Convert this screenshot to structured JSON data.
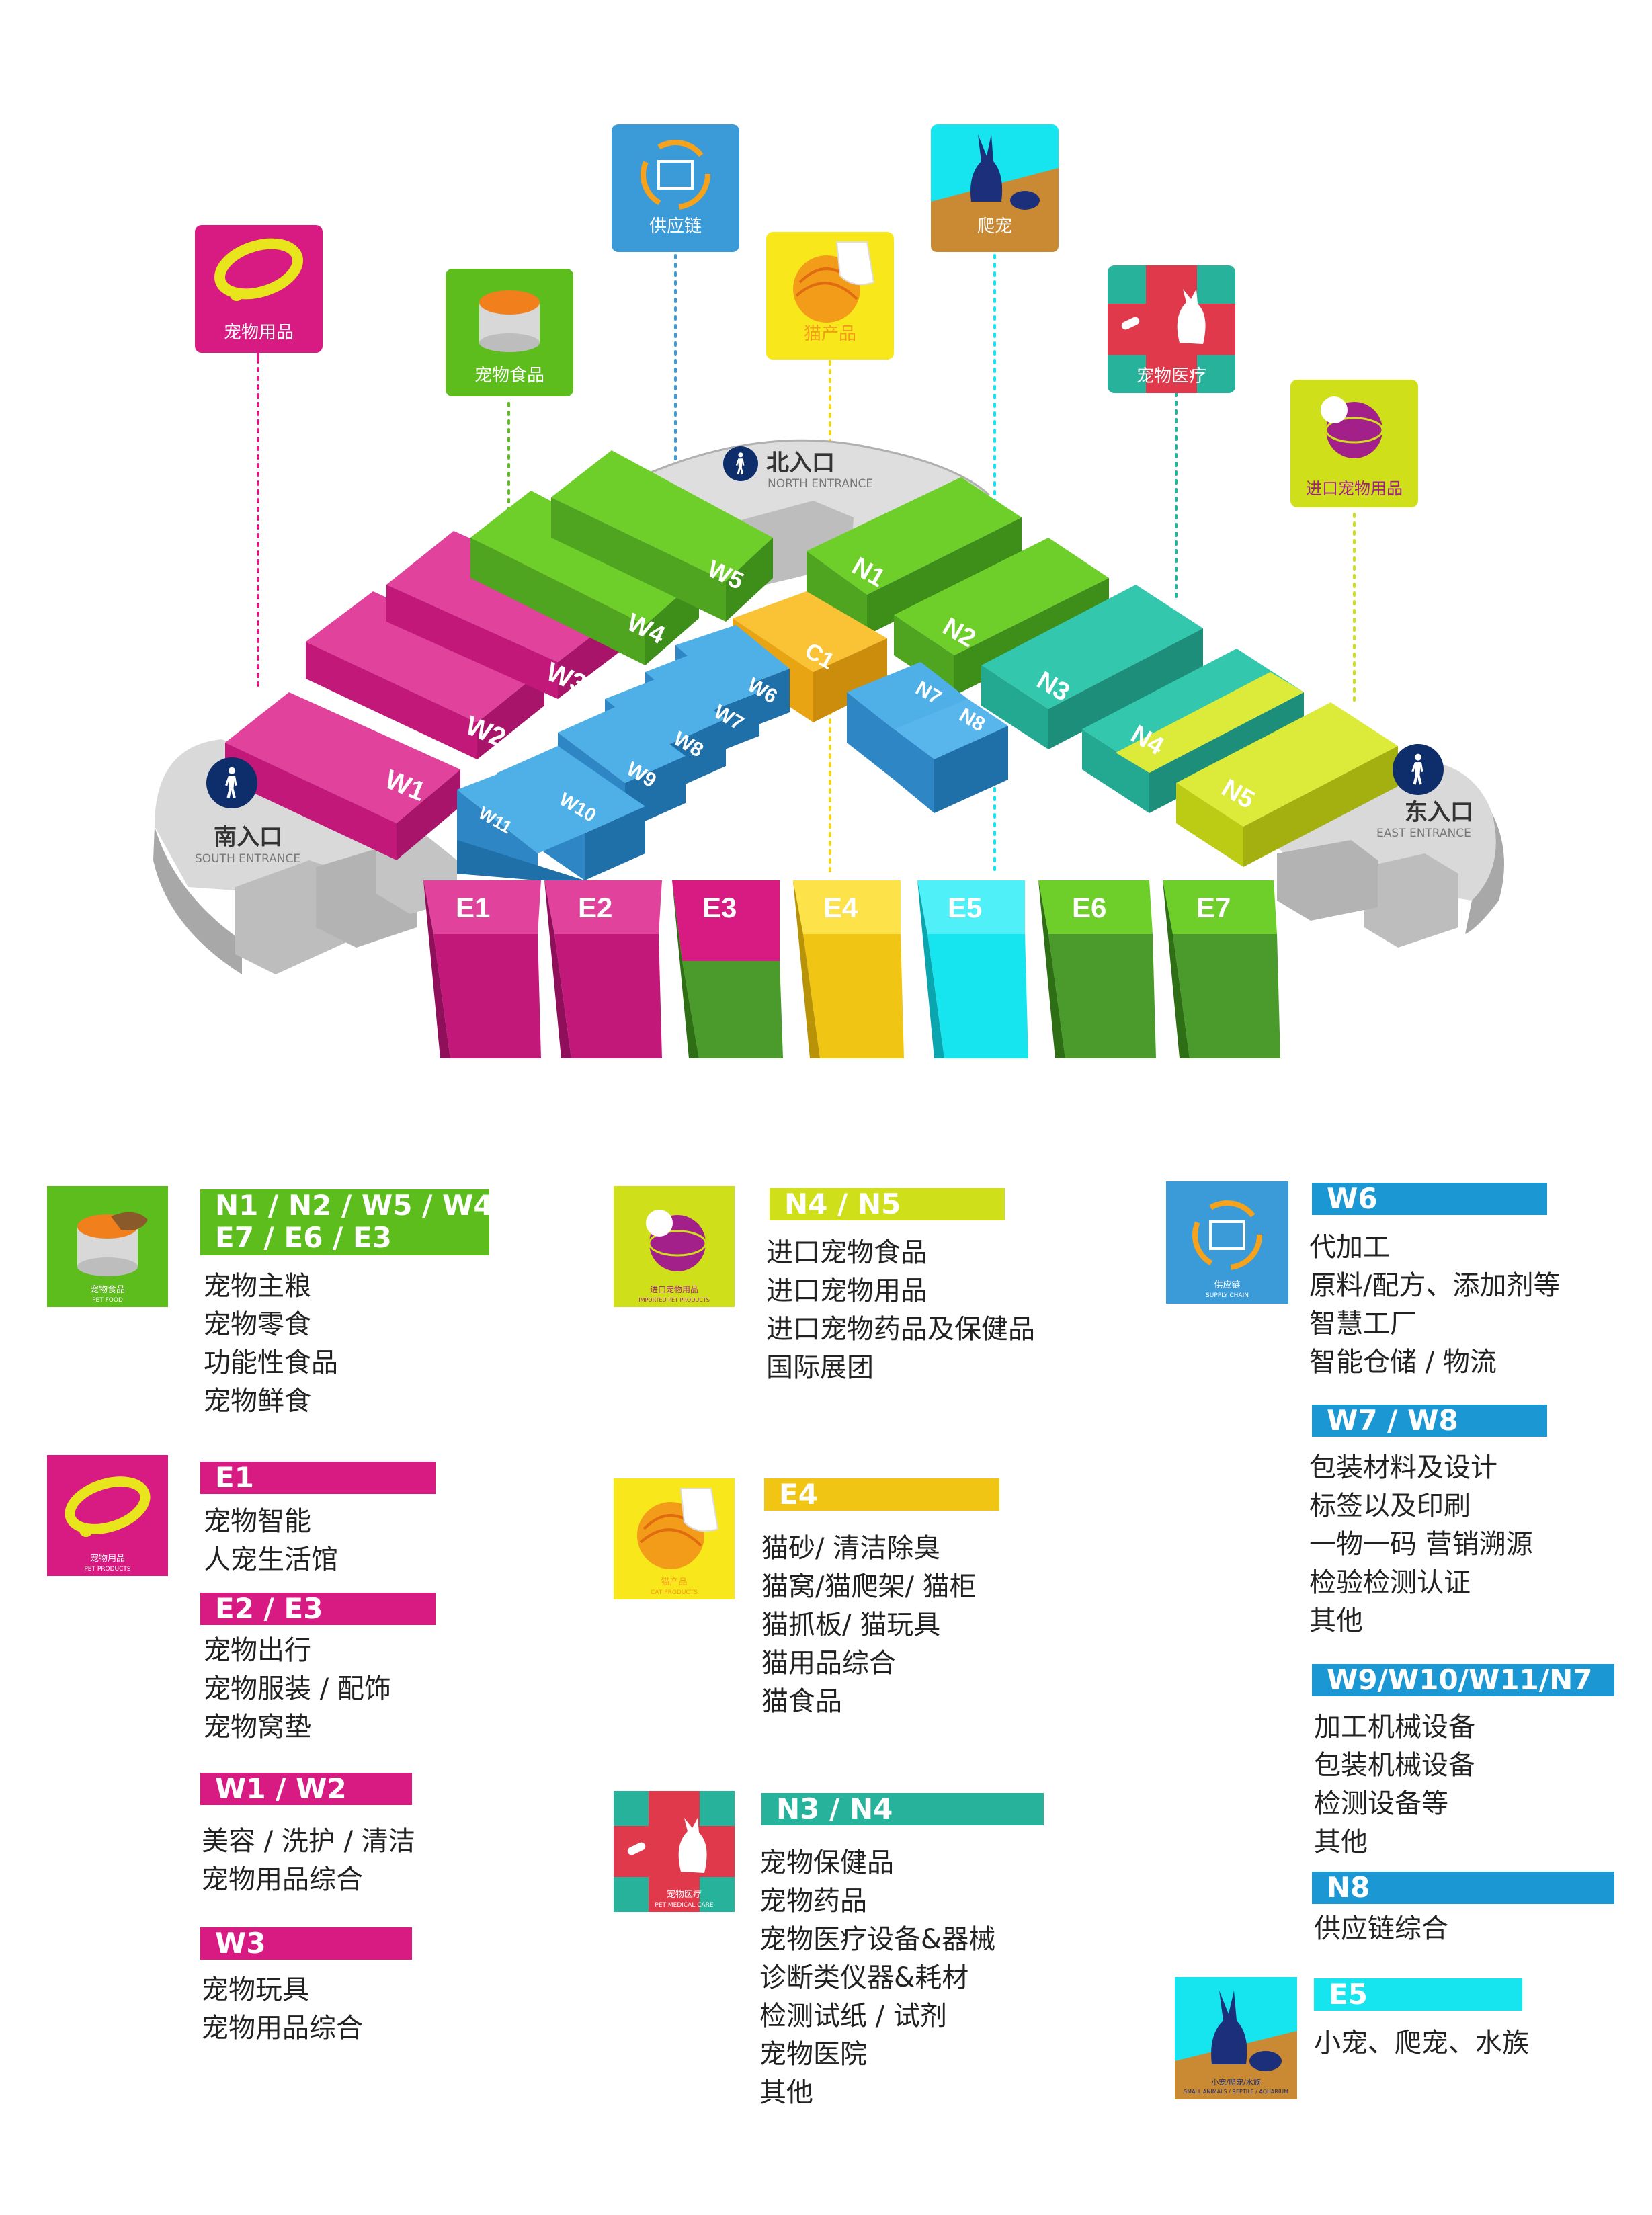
{
  "colors": {
    "magenta": "#d81b82",
    "green": "#5cbd1c",
    "dark_green": "#4a9a2c",
    "blue": "#3a9bd8",
    "teal": "#27b39b",
    "yellow_green": "#cfe01a",
    "yellow": "#f8d312",
    "orange": "#f4b51c",
    "cyan": "#16e5f0",
    "gray": "#c8c8c8",
    "red": "#e0394c",
    "brown": "#c98a33"
  },
  "map": {
    "category_labels": {
      "pet_products": "宠物用品",
      "pet_food": "宠物食品",
      "supply_chain": "供应链",
      "cat_products": "猫产品",
      "reptile": "爬宠",
      "pet_medical": "宠物医疗",
      "imported": "进口宠物用品"
    },
    "entrances": {
      "north": {
        "label": "北入口",
        "sub": "NORTH ENTRANCE"
      },
      "south": {
        "label": "南入口",
        "sub": "SOUTH ENTRANCE"
      },
      "east": {
        "label": "东入口",
        "sub": "EAST ENTRANCE"
      }
    },
    "halls": {
      "W1": "W1",
      "W2": "W2",
      "W3": "W3",
      "W4": "W4",
      "W5": "W5",
      "W6": "W6",
      "W7": "W7",
      "W8": "W8",
      "W9": "W9",
      "W10": "W10",
      "W11": "W11",
      "N1": "N1",
      "N2": "N2",
      "N3": "N3",
      "N4": "N4",
      "N5": "N5",
      "N7": "N7",
      "N8": "N8",
      "C1": "C1",
      "E1": "E1",
      "E2": "E2",
      "E3": "E3",
      "E4": "E4",
      "E5": "E5",
      "E6": "E6",
      "E7": "E7"
    }
  },
  "legend": {
    "food": {
      "icon_caption": "宠物食品",
      "icon_caption_en": "PET FOOD",
      "header_line1": "N1 / N2 / W5 / W4",
      "header_line2": "E7 / E6 / E3",
      "items": [
        "宠物主粮",
        "宠物零食",
        "功能性食品",
        "宠物鲜食"
      ]
    },
    "products": {
      "icon_caption": "宠物用品",
      "icon_caption_en": "PET PRODUCTS",
      "groups": [
        {
          "header": "E1",
          "items": [
            "宠物智能",
            "人宠生活馆"
          ]
        },
        {
          "header": "E2 / E3",
          "items": [
            "宠物出行",
            "宠物服装 / 配饰",
            "宠物窝垫"
          ]
        },
        {
          "header": "W1 / W2",
          "items": [
            "美容 / 洗护 / 清洁",
            "宠物用品综合"
          ]
        },
        {
          "header": "W3",
          "items": [
            "宠物玩具",
            "宠物用品综合"
          ]
        }
      ]
    },
    "imported": {
      "icon_caption": "进口宠物用品",
      "icon_caption_en": "IMPORTED PET PRODUCTS",
      "header": "N4 / N5",
      "items": [
        "进口宠物食品",
        "进口宠物用品",
        "进口宠物药品及保健品",
        "国际展团"
      ]
    },
    "cat": {
      "icon_caption": "猫产品",
      "icon_caption_en": "CAT PRODUCTS",
      "header": "E4",
      "items": [
        "猫砂/ 清洁除臭",
        "猫窝/猫爬架/ 猫柜",
        "猫抓板/ 猫玩具",
        "猫用品综合",
        "猫食品"
      ]
    },
    "medical": {
      "icon_caption": "宠物医疗",
      "icon_caption_en": "PET MEDICAL CARE",
      "header": "N3 / N4",
      "items": [
        "宠物保健品",
        "宠物药品",
        "宠物医疗设备&器械",
        "诊断类仪器&耗材",
        "检测试纸 / 试剂",
        "宠物医院",
        "其他"
      ]
    },
    "supply": {
      "icon_caption": "供应链",
      "icon_caption_en": "SUPPLY CHAIN",
      "groups": [
        {
          "header": "W6",
          "items": [
            "代加工",
            "原料/配方、添加剂等",
            "智慧工厂",
            "智能仓储 / 物流"
          ]
        },
        {
          "header": "W7 / W8",
          "items": [
            "包装材料及设计",
            "标签以及印刷",
            "一物一码 营销溯源",
            "检验检测认证",
            "其他"
          ]
        },
        {
          "header": "W9/W10/W11/N7",
          "items": [
            "加工机械设备",
            "包装机械设备",
            "检测设备等",
            "其他"
          ]
        },
        {
          "header": "N8",
          "items": [
            "供应链综合"
          ]
        }
      ]
    },
    "reptile": {
      "icon_caption": "小宠/爬宠/水族",
      "icon_caption_en": "SMALL ANIMALS / REPTILE / AQUARIUM",
      "header": "E5",
      "items": [
        "小宠、爬宠、水族"
      ]
    }
  }
}
